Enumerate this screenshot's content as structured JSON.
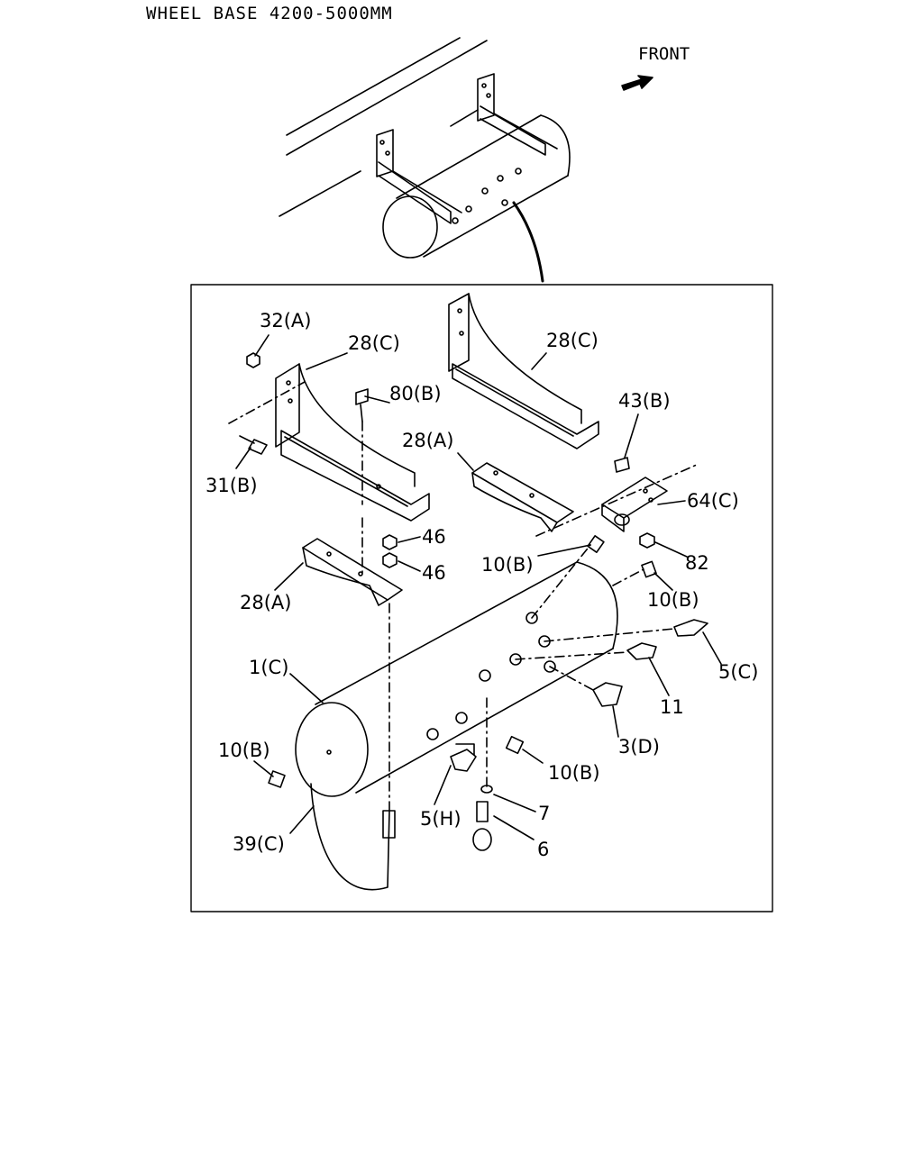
{
  "header": {
    "title": "WHEEL BASE 4200-5000MM"
  },
  "orientation": {
    "label": "FRONT"
  },
  "callouts": [
    {
      "key": "c32a",
      "text": "32(A)"
    },
    {
      "key": "c28c1",
      "text": "28(C)"
    },
    {
      "key": "c28c2",
      "text": "28(C)"
    },
    {
      "key": "c80b",
      "text": "80(B)"
    },
    {
      "key": "c43b",
      "text": "43(B)"
    },
    {
      "key": "c28a1",
      "text": "28(A)"
    },
    {
      "key": "c31b",
      "text": "31(B)"
    },
    {
      "key": "c64c",
      "text": "64(C)"
    },
    {
      "key": "c46a",
      "text": "46"
    },
    {
      "key": "c46b",
      "text": "46"
    },
    {
      "key": "c10b1",
      "text": "10(B)"
    },
    {
      "key": "c82",
      "text": "82"
    },
    {
      "key": "c28a2",
      "text": "28(A)"
    },
    {
      "key": "c10b2",
      "text": "10(B)"
    },
    {
      "key": "c1c",
      "text": "1(C)"
    },
    {
      "key": "c5c",
      "text": "5(C)"
    },
    {
      "key": "c11",
      "text": "11"
    },
    {
      "key": "c3d",
      "text": "3(D)"
    },
    {
      "key": "c10b3",
      "text": "10(B)"
    },
    {
      "key": "c10b4",
      "text": "10(B)"
    },
    {
      "key": "c7",
      "text": "7"
    },
    {
      "key": "c5h",
      "text": "5(H)"
    },
    {
      "key": "c6",
      "text": "6"
    },
    {
      "key": "c39c",
      "text": "39(C)"
    }
  ]
}
